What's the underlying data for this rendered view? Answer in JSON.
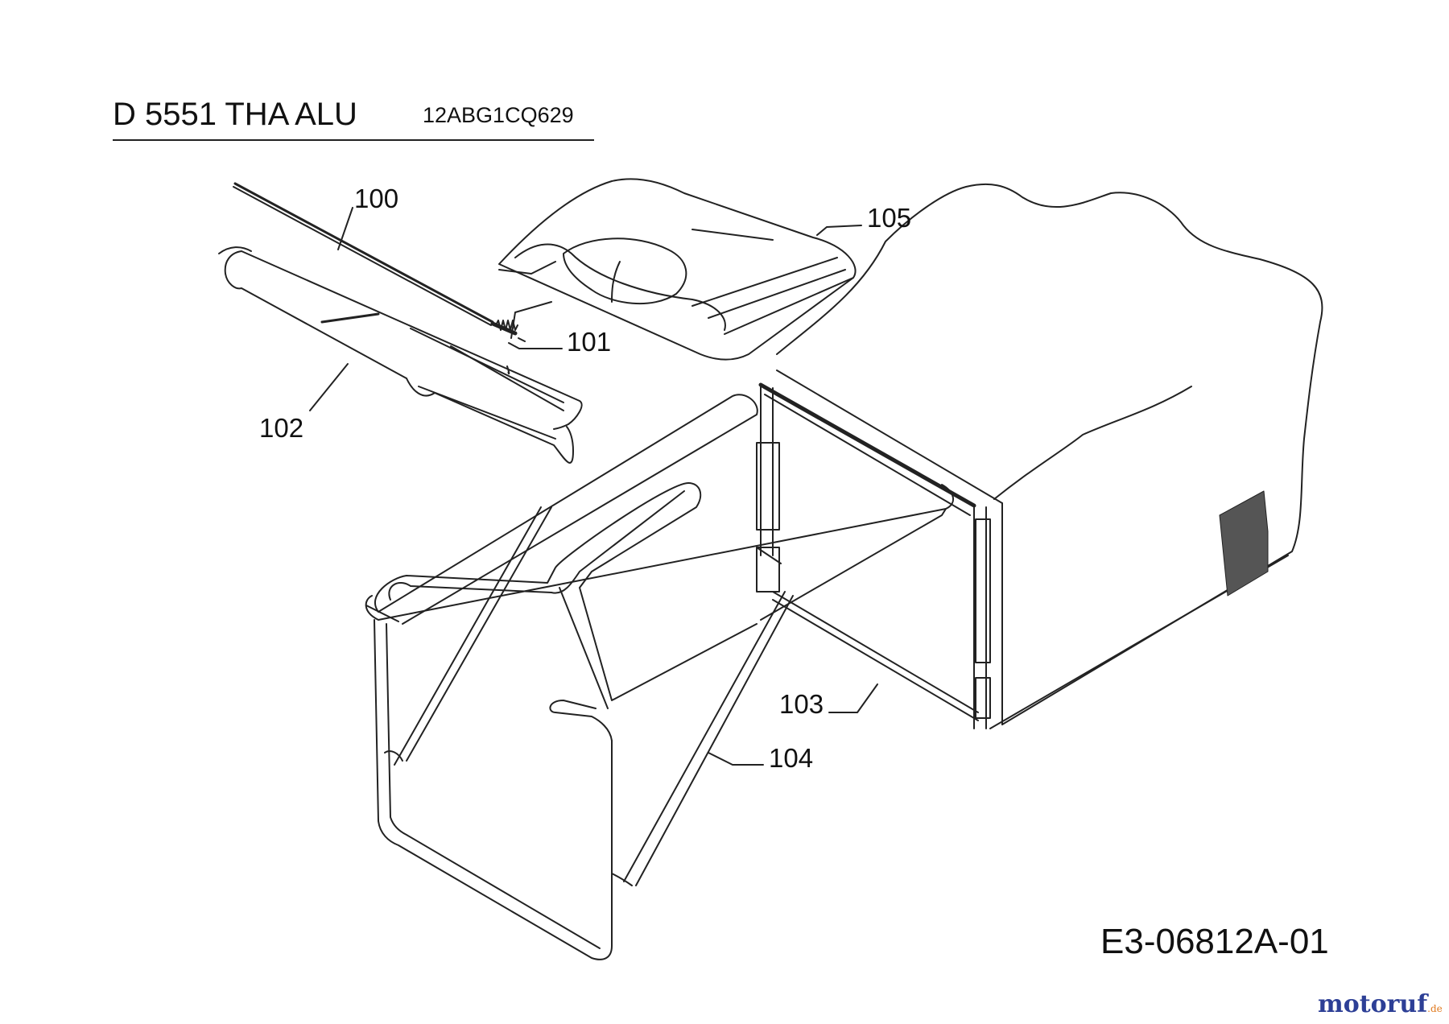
{
  "header": {
    "model": "D 5551 THA ALU",
    "serial": "12ABG1CQ629"
  },
  "parts": {
    "p100": "100",
    "p101": "101",
    "p102": "102",
    "p103": "103",
    "p104": "104",
    "p105": "105"
  },
  "footer": {
    "diagram_id": "E3-06812A-01",
    "logo_main": "motoruf",
    "logo_tld": ".de"
  },
  "colors": {
    "line": "#222222",
    "logo_blue": "#2d3f96",
    "logo_orange": "#e07a1f"
  }
}
